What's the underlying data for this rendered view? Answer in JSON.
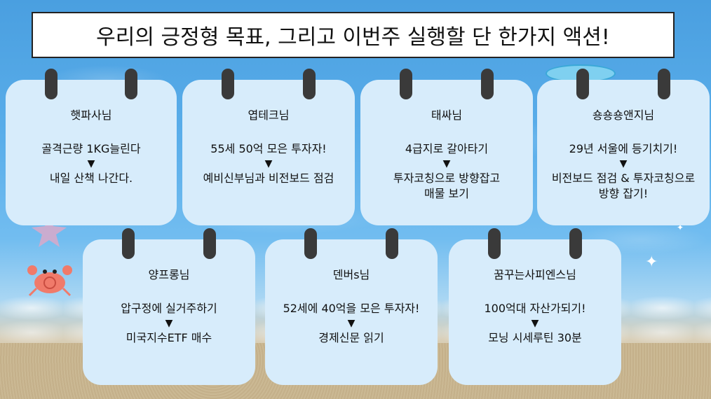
{
  "title": "우리의 긍정형 목표, 그리고 이번주 실행할 단 한가지 액션!",
  "arrow_glyph": "▼",
  "cards": [
    {
      "name": "햇파사님",
      "goal": "골격근량 1KG늘린다",
      "action": "내일 산책 나간다."
    },
    {
      "name": "엽테크님",
      "goal": "55세 50억 모은 투자자!",
      "action": "예비신부님과 비전보드 점검"
    },
    {
      "name": "태싸님",
      "goal": "4급지로 갈아타기",
      "action": "투자코칭으로 방향잡고\n매물 보기"
    },
    {
      "name": "숑숑숑앤지님",
      "goal": "29년 서울에 등기치기!",
      "action": "비전보드 점검 & 투자코칭으로\n방향 잡기!"
    },
    {
      "name": "양프롱님",
      "goal": "압구정에 실거주하기",
      "action": "미국지수ETF 매수"
    },
    {
      "name": "덴버s님",
      "goal": "52세에 40억을 모은 투자자!",
      "action": "경제신문 읽기"
    },
    {
      "name": "꿈꾸는사피엔스님",
      "goal": "100억대 자산가되기!",
      "action": "모닝 시세루틴 30분"
    }
  ],
  "decorations": {
    "crab_icon": "crab-icon",
    "starfish_icon": "starfish-icon",
    "sparkle_glyph": "✦",
    "accent_card_color": "#d7ecfb",
    "ring_color": "#3a3a3a"
  }
}
